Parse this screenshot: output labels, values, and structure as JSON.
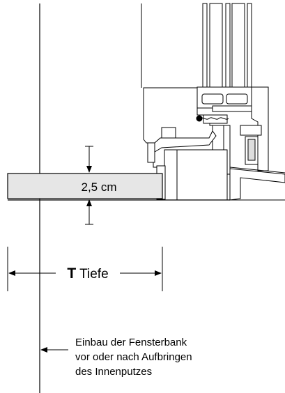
{
  "diagram": {
    "thickness_label": "2,5 cm",
    "depth_symbol": "T",
    "depth_word": "Tiefe",
    "note_lines": [
      "Einbau der Fensterbank",
      "vor oder nach Aufbringen",
      "des Innenputzes"
    ]
  },
  "colors": {
    "line": "#000000",
    "sill_fill": "#e6e6e6",
    "frame_fill": "#ffffff",
    "hatch": "#555555"
  }
}
